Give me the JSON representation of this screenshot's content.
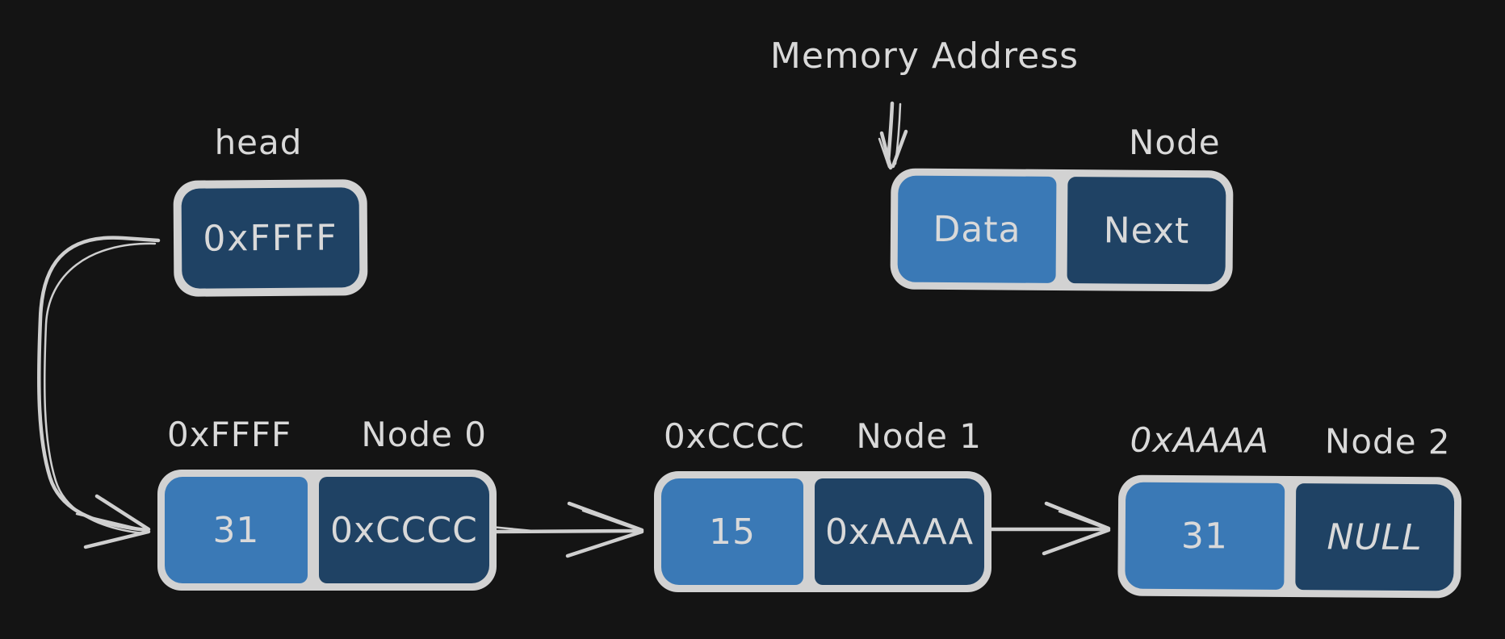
{
  "diagram": {
    "title_hint": "singly linked list memory layout",
    "legend": {
      "memory_address_label": "Memory Address",
      "node_label": "Node",
      "data_label": "Data",
      "next_label": "Next"
    },
    "head": {
      "label": "head",
      "value": "0xFFFF"
    },
    "nodes": [
      {
        "address": "0xFFFF",
        "name": "Node 0",
        "data": "31",
        "next": "0xCCCC"
      },
      {
        "address": "0xCCCC",
        "name": "Node 1",
        "data": "15",
        "next": "0xAAAA"
      },
      {
        "address": "0xAAAA",
        "name": "Node 2",
        "data": "31",
        "next": "NULL"
      }
    ],
    "colors": {
      "bg": "#141414",
      "data_fill": "#3a79b6",
      "next_fill": "#1f4264",
      "frame": "#d2d2d2",
      "text": "#d9d9d9",
      "arrow": "#cfcfcf"
    }
  }
}
